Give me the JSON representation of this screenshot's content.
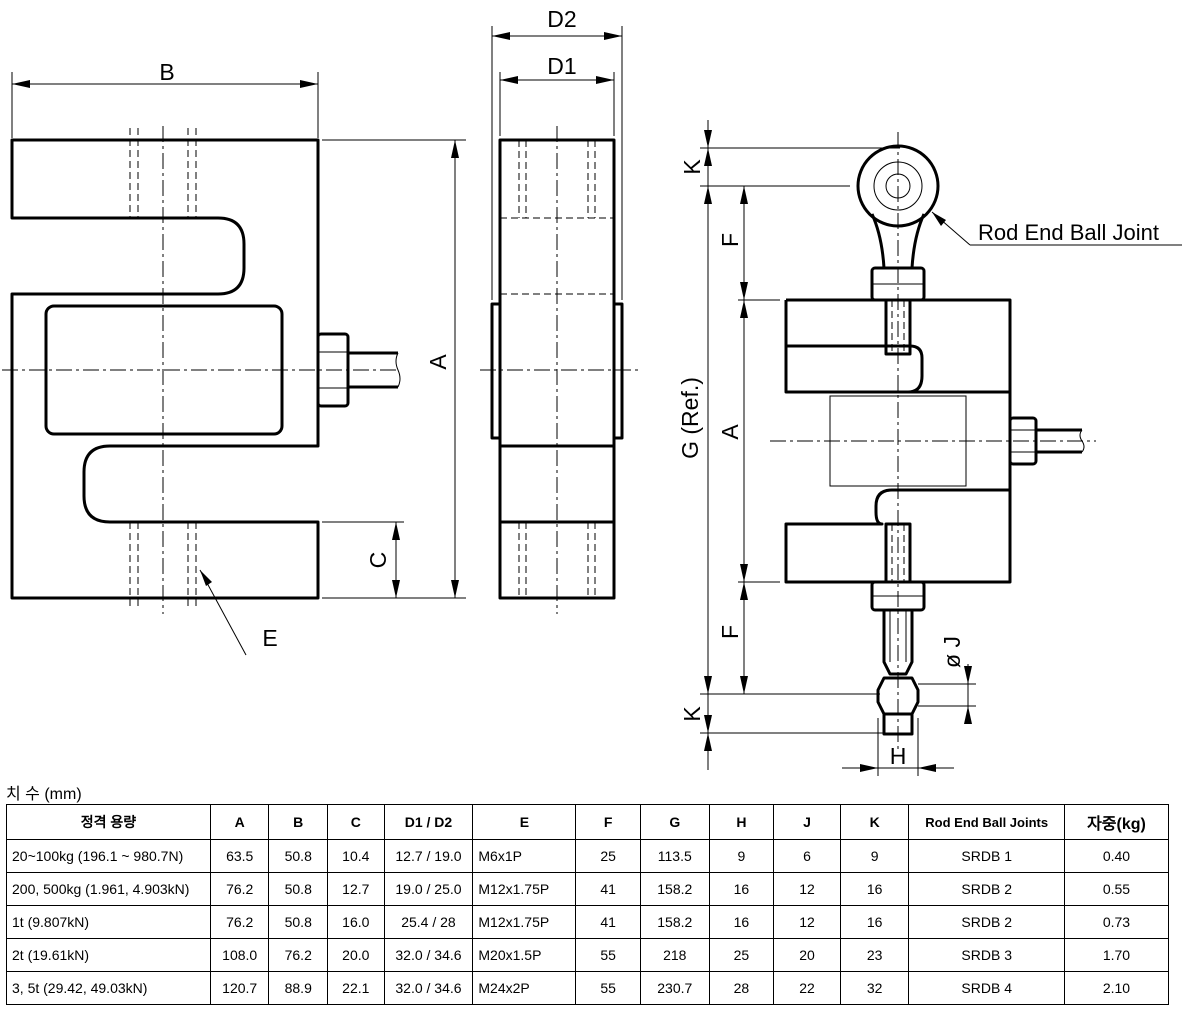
{
  "labels": {
    "B": "B",
    "A": "A",
    "C": "C",
    "E": "E",
    "D1": "D1",
    "D2": "D2",
    "K": "K",
    "F": "F",
    "G": "G (Ref.)",
    "H": "H",
    "J": "ø J",
    "rod_end": "Rod End Ball Joint"
  },
  "table": {
    "caption": "치 수 (mm)",
    "headers": [
      "정격 용량",
      "A",
      "B",
      "C",
      "D1 / D2",
      "E",
      "F",
      "G",
      "H",
      "J",
      "K",
      "Rod End Ball Joints",
      "자중(kg)"
    ],
    "rows": [
      [
        "20~100kg (196.1 ~ 980.7N)",
        "63.5",
        "50.8",
        "10.4",
        "12.7 / 19.0",
        "M6x1P",
        "25",
        "113.5",
        "9",
        "6",
        "9",
        "SRDB 1",
        "0.40"
      ],
      [
        "200, 500kg (1.961, 4.903kN)",
        "76.2",
        "50.8",
        "12.7",
        "19.0 / 25.0",
        "M12x1.75P",
        "41",
        "158.2",
        "16",
        "12",
        "16",
        "SRDB 2",
        "0.55"
      ],
      [
        "1t (9.807kN)",
        "76.2",
        "50.8",
        "16.0",
        "25.4 / 28",
        "M12x1.75P",
        "41",
        "158.2",
        "16",
        "12",
        "16",
        "SRDB 2",
        "0.73"
      ],
      [
        "2t (19.61kN)",
        "108.0",
        "76.2",
        "20.0",
        "32.0 / 34.6",
        "M20x1.5P",
        "55",
        "218",
        "25",
        "20",
        "23",
        "SRDB 3",
        "1.70"
      ],
      [
        "3, 5t (29.42, 49.03kN)",
        "120.7",
        "88.9",
        "22.1",
        "32.0 / 34.6",
        "M24x2P",
        "55",
        "230.7",
        "28",
        "22",
        "32",
        "SRDB 4",
        "2.10"
      ]
    ]
  }
}
